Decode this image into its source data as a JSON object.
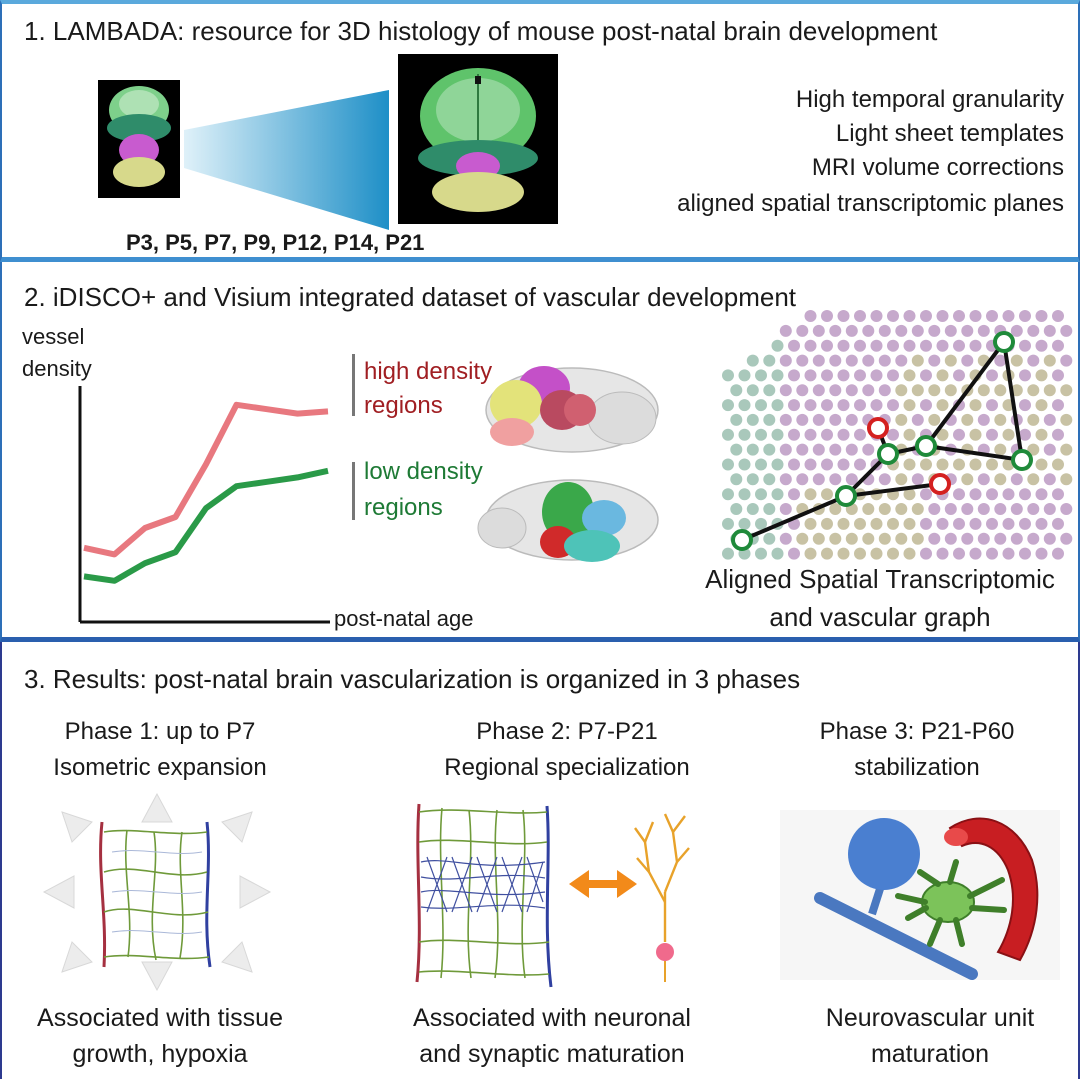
{
  "section1": {
    "title": "1. LAMBADA: resource for 3D histology of mouse post-natal brain development",
    "features": [
      "High temporal granularity",
      "Light sheet templates",
      "MRI volume corrections",
      "aligned spatial transcriptomic planes"
    ],
    "ages": "P3, P5, P7, P9, P12, P14, P21"
  },
  "section2": {
    "title": "2. iDISCO+ and Visium integrated dataset of vascular development",
    "ylabel_line1": "vessel",
    "ylabel_line2": "density",
    "xlabel": "post-natal age",
    "high_line1": "high density",
    "high_line2": "regions",
    "low_line1": "low density",
    "low_line2": "regions",
    "graph_caption_line1": "Aligned Spatial Transcriptomic",
    "graph_caption_line2": "and vascular graph",
    "colors": {
      "high": "#e8787f",
      "low": "#2a9a48",
      "high_text": "#a01e22",
      "low_text": "#1e7a35"
    }
  },
  "section3": {
    "title": "3. Results: post-natal brain vascularization is organized in 3 phases",
    "phases": [
      {
        "line1": "Phase 1: up to P7",
        "line2": "Isometric expansion",
        "caption1": "Associated with tissue",
        "caption2": "growth, hypoxia"
      },
      {
        "line1": "Phase 2: P7-P21",
        "line2": "Regional specialization",
        "caption1": "Associated with neuronal",
        "caption2": "and synaptic maturation"
      },
      {
        "line1": "Phase 3: P21-P60",
        "line2": "stabilization",
        "caption1": "Neurovascular unit",
        "caption2": "maturation"
      }
    ]
  },
  "chart_data": {
    "type": "line",
    "xlabel": "post-natal age",
    "ylabel": "vessel density",
    "x": [
      0,
      1,
      2,
      3,
      4,
      5,
      6,
      7,
      8
    ],
    "series": [
      {
        "name": "high density regions",
        "values": [
          3.1,
          2.8,
          4.0,
          4.5,
          6.9,
          9.6,
          9.4,
          9.2,
          9.3
        ]
      },
      {
        "name": "low density regions",
        "values": [
          1.8,
          1.6,
          2.4,
          2.9,
          4.9,
          5.9,
          6.1,
          6.3,
          6.6
        ]
      }
    ],
    "grid": false
  }
}
